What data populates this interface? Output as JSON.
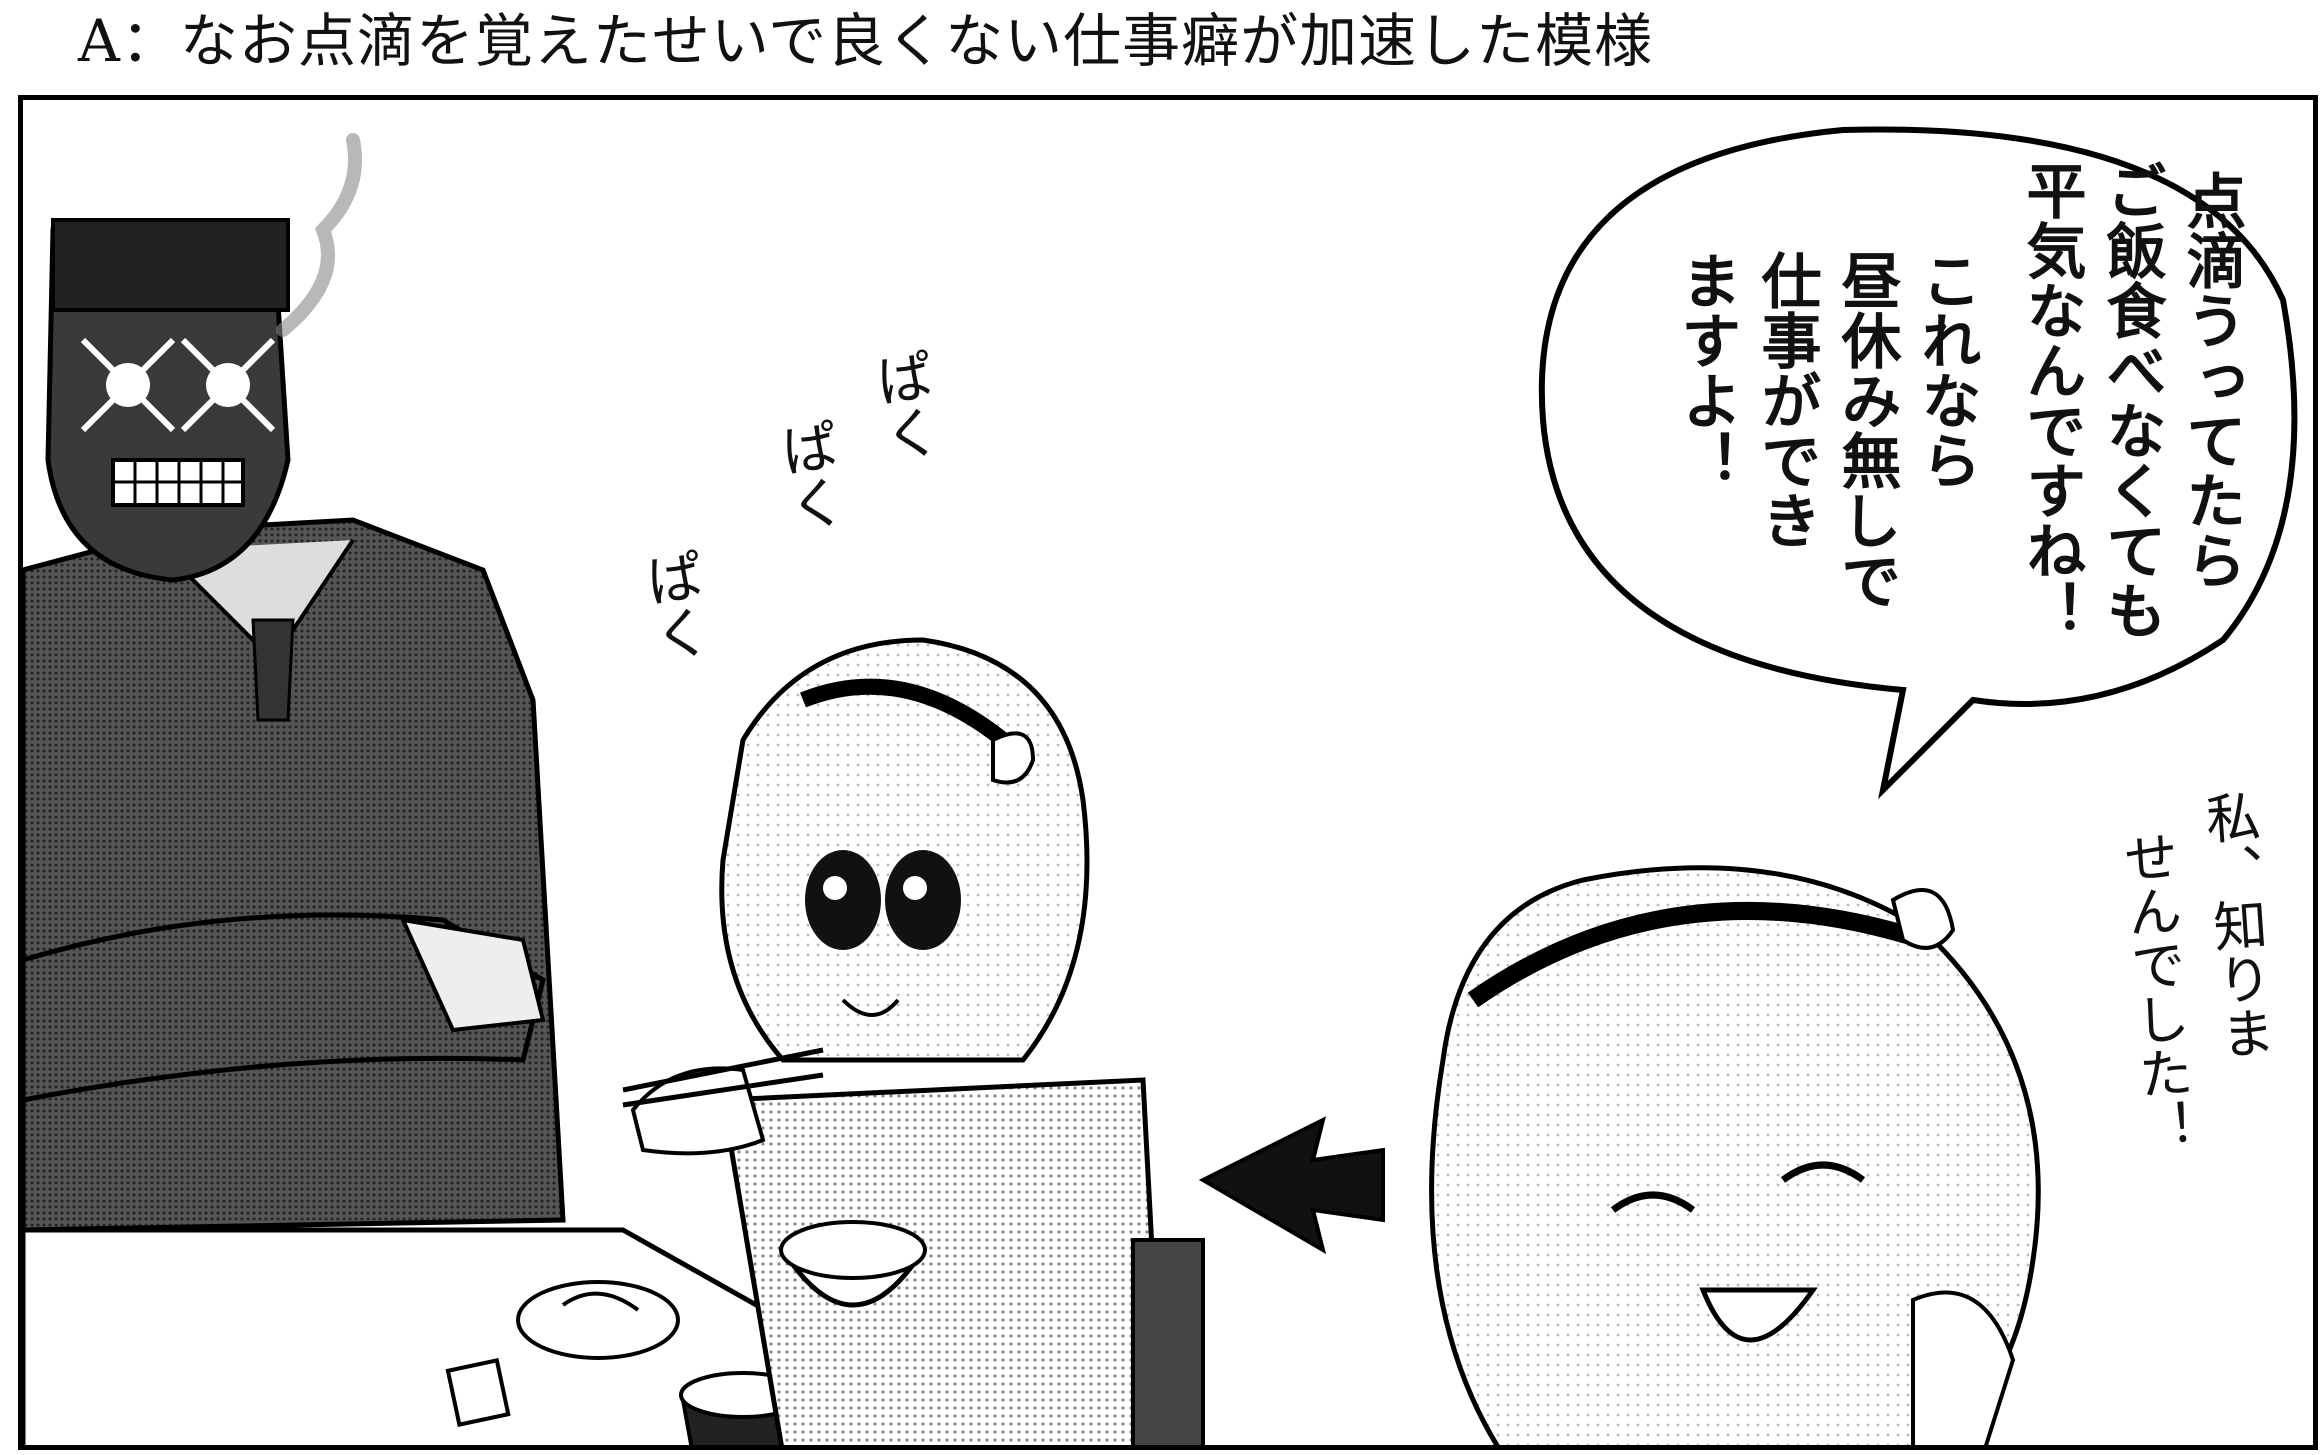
{
  "caption": "A：なお点滴を覚えたせいで良くない仕事癖が加速した模様",
  "speech_bubble": {
    "lines": [
      "点滴うってたら",
      "ご飯食べなくても",
      "平気なんですね！",
      "これなら",
      "昼休み無しで",
      "仕事ができ",
      "ますよ！"
    ]
  },
  "handwritten_note": {
    "lines": [
      "私、知りま",
      "せんでした！"
    ]
  },
  "sound_effects": [
    "ぱく",
    "ぱく",
    "ぱく"
  ]
}
